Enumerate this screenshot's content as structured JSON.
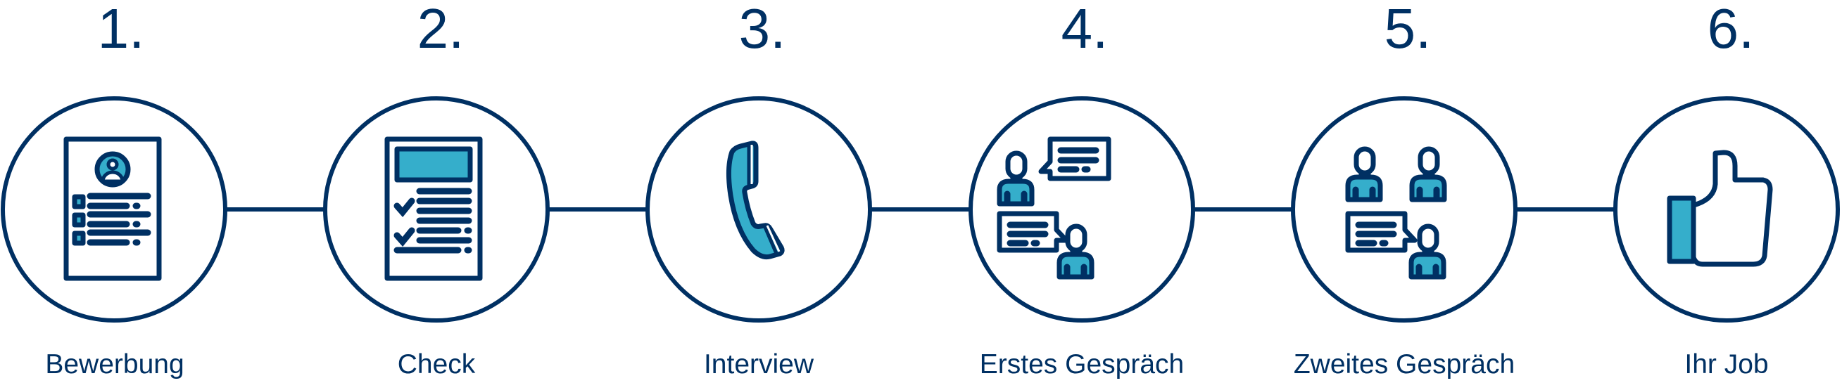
{
  "colors": {
    "primary": "#003063",
    "accent": "#35AECB"
  },
  "steps": [
    {
      "number": "1.",
      "label": "Bewerbung",
      "icon": "resume-document-icon"
    },
    {
      "number": "2.",
      "label": "Check",
      "icon": "checklist-document-icon"
    },
    {
      "number": "3.",
      "label": "Interview",
      "icon": "phone-icon"
    },
    {
      "number": "4.",
      "label": "Erstes Gespräch",
      "icon": "conversation-icon"
    },
    {
      "number": "5.",
      "label": "Zweites Gespräch",
      "icon": "group-conversation-icon"
    },
    {
      "number": "6.",
      "label": "Ihr Job",
      "icon": "thumbs-up-icon"
    }
  ]
}
